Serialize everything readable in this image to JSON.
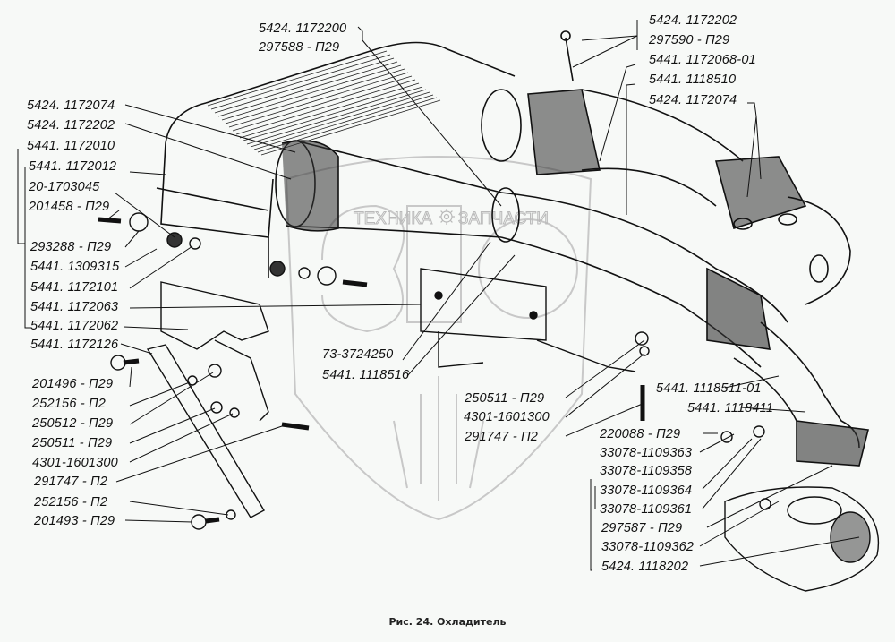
{
  "figure": {
    "caption": "Рис. 24. Охладитель",
    "watermark_left": "ТЕХНИКА",
    "watermark_right": "ЗАПЧАСТИ",
    "watermark_logo": "gear-icon"
  },
  "labels": {
    "left": [
      "5424. 1172074",
      "5424. 1172202",
      "5441. 1172010",
      "5441. 1172012",
      "20-1703045",
      "201458 - П29",
      "293288 - П29",
      "5441. 1309315",
      "5441. 1172101",
      "5441. 1172063",
      "5441. 1172062",
      "5441. 1172126",
      "201496 - П29",
      "252156 - П2",
      "250512 - П29",
      "250511 - П29",
      "4301-1601300",
      "291747 - П2",
      "252156 - П2",
      "201493 - П29"
    ],
    "top_center": [
      "5424. 1172200",
      "297588 - П29"
    ],
    "top_right": [
      "5424. 1172202",
      "297590 - П29",
      "5441. 1172068-01",
      "5441. 1118510",
      "5424. 1172074"
    ],
    "center_bottom": [
      "73-3724250",
      "5441. 1118516",
      "250511 - П29",
      "4301-1601300",
      "291747 - П2"
    ],
    "right_bottom": [
      "5441. 1118511-01",
      "5441. 1118411",
      "220088 - П29",
      "33078-1109363",
      "33078-1109358",
      "33078-1109364",
      "33078-1109361",
      "297587 - П29",
      "33078-1109362",
      "5424. 1118202"
    ]
  }
}
